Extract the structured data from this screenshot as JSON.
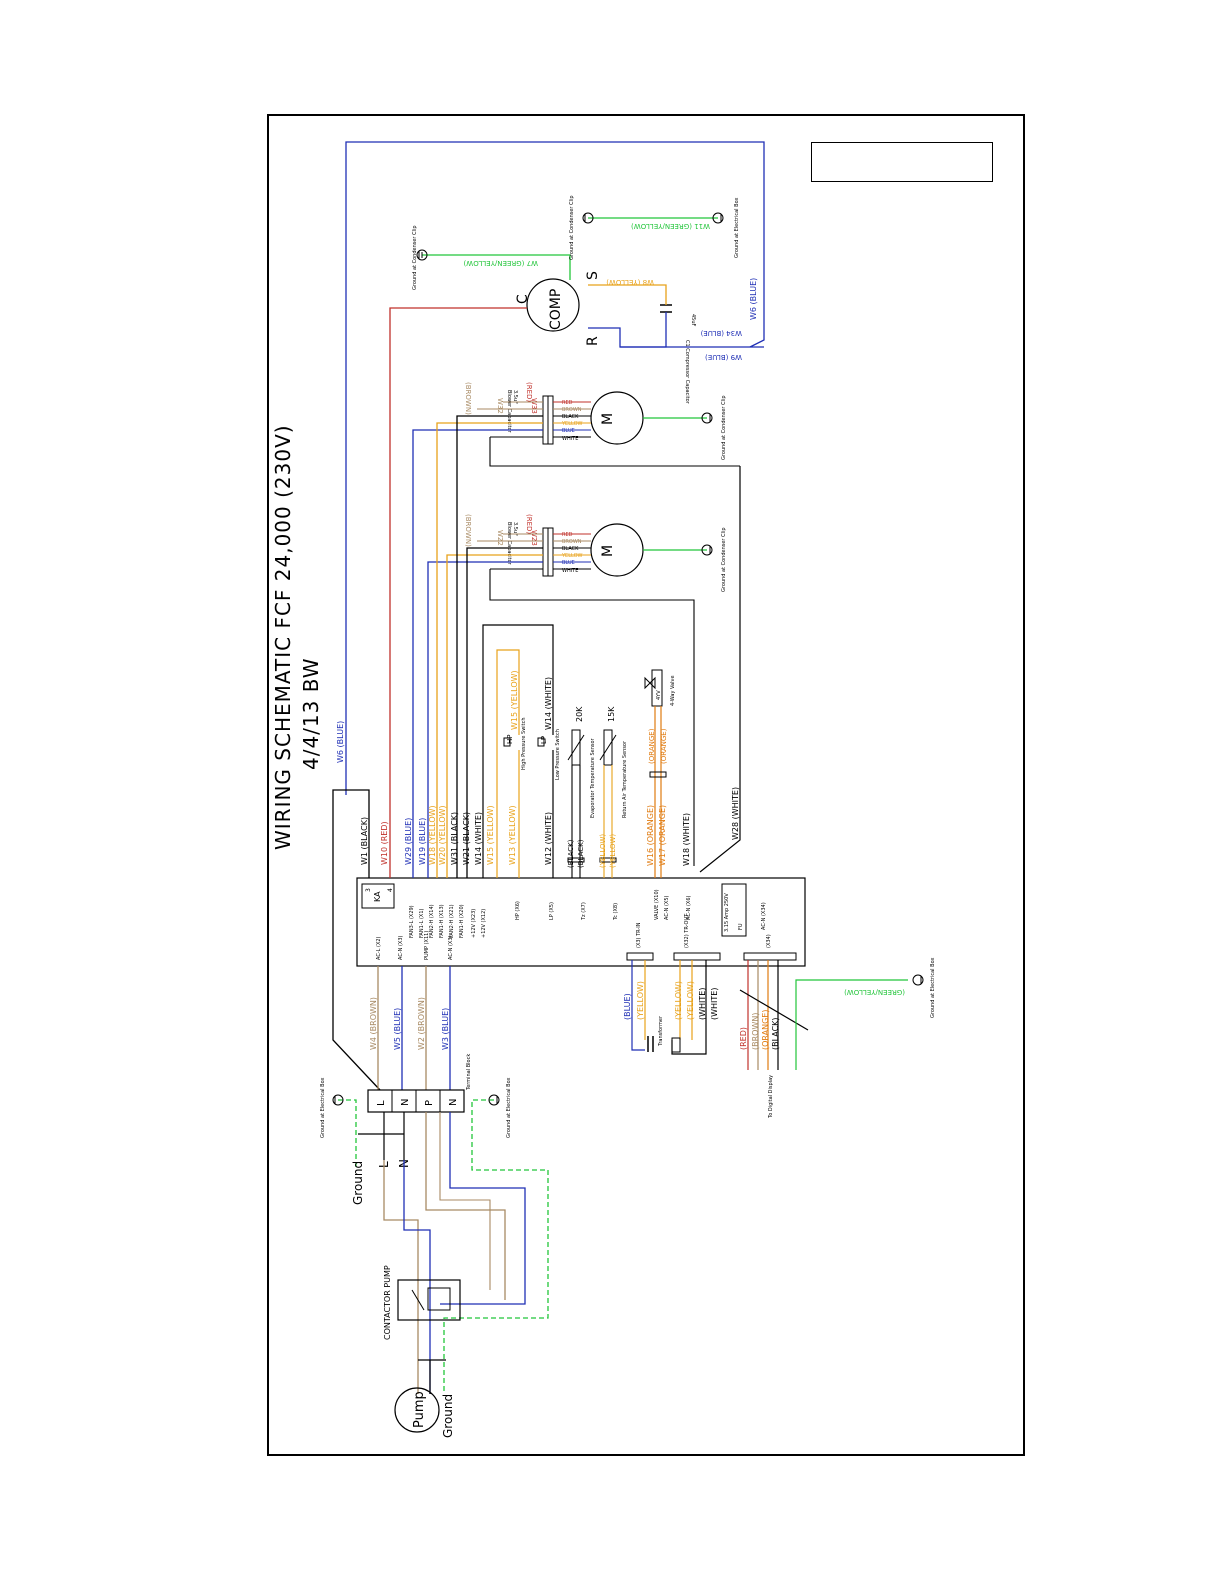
{
  "title": {
    "main": "WIRING SCHEMATIC FCF 24,000 (230V)",
    "sub": "4/4/13 BW"
  },
  "colors": {
    "blue": "#1f2fb5",
    "red": "#c0312b",
    "brown": "#a88a63",
    "yellow": "#e8a21a",
    "green": "#22c53a",
    "black": "#000000",
    "orange": "#e07b10"
  },
  "labels": {
    "w6_blue": "W6 (BLUE)",
    "w6_blue_top": "W6 (BLUE)",
    "w9_blue": "W9 (BLUE)",
    "w34_blue": "W34 (BLUE)",
    "w7": "W7 (GREEN/YELLOW)",
    "w8": "W8 (YELLOW)",
    "w11": "W11 (GREEN/YELLOW)",
    "comp": "COMP",
    "comp_c": "C",
    "comp_s": "S",
    "comp_r": "R",
    "cap_compressor": "C1 Compressor Capacitor",
    "cap_compressor_val": "45uF",
    "ground_condenser_clip": "Ground at Condenser Clip",
    "ground_electrical_box": "Ground at Electrical Box",
    "motor_m": "M",
    "blower_cap": "Blower Capacitor",
    "blower_cap_val": "3.5uF",
    "w32": "W32",
    "w33": "W33",
    "w22": "W22",
    "w23": "W23",
    "red_paren": "(RED)",
    "brown_paren": "(BROWN)",
    "motor_wires": [
      "RED",
      "BROWN",
      "BLACK",
      "YELLOW",
      "BLUE",
      "WHITE"
    ],
    "w1": "W1 (BLACK)",
    "w10": "W10 (RED)",
    "w29": "W29 (BLUE)",
    "w19": "W19 (BLUE)",
    "w18": "W18 (YELLOW)",
    "w20": "W20 (YELLOW)",
    "w31": "W31 (BLACK)",
    "w21": "W21 (BLACK)",
    "w14": "W14 (WHITE)",
    "w15": "W15 (YELLOW)",
    "w13": "W13 (YELLOW)",
    "w12": "W12 (WHITE)",
    "w14_upper": "W14 (WHITE)",
    "w15_upper": "W15 (YELLOW)",
    "w16": "W16 (ORANGE)",
    "w17": "W17 (ORANGE)",
    "w18b": "W18 (WHITE)",
    "w28": "W28 (WHITE)",
    "hp": "HP",
    "hp_label": "High Pressure Switch",
    "lp": "LP",
    "lp_label": "Low Pressure Switch",
    "k20": "20K",
    "k15": "15K",
    "evap_sensor": "Evaporator Temperature Sensor",
    "return_sensor": "Return Air Temperature Sensor",
    "valve": "4-Way Valve",
    "valve_code": "4YV",
    "black_paren": "(BLACK)",
    "yellow_paren": "(YELLOW)",
    "ka": "KA",
    "ka_3": "3",
    "ka_4": "4",
    "pins": [
      "FAN3-L (X29)",
      "FAN1-L (X1)",
      "FAN2-H (X14)",
      "FAN1-H (X13)",
      "FAN2-H (X21)",
      "FAN1-H (X20)",
      "+12V (X23)",
      "+12V (X12)",
      "HP (X6)",
      "LP (X5)",
      "Tz (X7)",
      "Tc (X8)",
      "VALVE (X10)",
      "AC-N (X5)",
      "AC-N (X6)",
      "AC-N (X34)"
    ],
    "bottom_pins": [
      "AC-L (X2)",
      "AC-N (X3)",
      "PUMP (X11)",
      "AC-N (X3)"
    ],
    "fuse": "3.15 Amp 250V",
    "fuse_label": "FU",
    "tr_in": "(X3) TR-IN",
    "tr_out": "(X32) TR-OUT",
    "x34": "(X34)",
    "w4": "W4 (BROWN)",
    "w5": "W5 (BLUE)",
    "w2": "W2 (BROWN)",
    "w3": "W3 (BLUE)",
    "blue_paren": "(BLUE)",
    "transformer": "Transformer",
    "white_paren": "(WHITE)",
    "orange_paren": "(ORANGE)",
    "to_display": "To Digital Display",
    "green_yellow_paren": "(GREEN/YELLOW)",
    "terminal_block": "Terminal Block",
    "tb_l": "L",
    "tb_n": "N",
    "tb_p": "P",
    "tb_n2": "N",
    "ground": "Ground",
    "line_l": "L",
    "line_n": "N",
    "contactor_pump": "CONTACTOR PUMP",
    "pump": "Pump",
    "ground_pump": "Ground"
  }
}
